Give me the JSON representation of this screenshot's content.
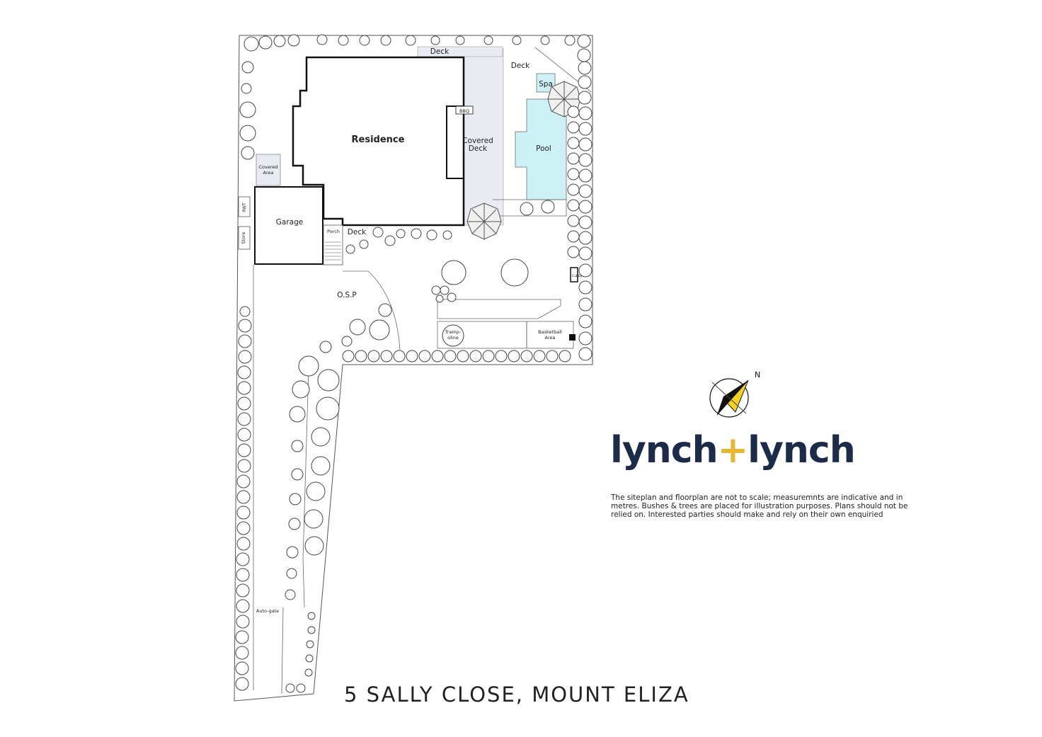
{
  "labels": {
    "deck_top": "Deck",
    "deck_pool": "Deck",
    "spa": "Spa",
    "bbq": "BBQ",
    "residence": "Residence",
    "covered_deck_1": "Covered",
    "covered_deck_2": "Deck",
    "pool": "Pool",
    "covered_area_1": "Covered",
    "covered_area_2": "Area",
    "garage": "Garage",
    "rwt": "RWT",
    "store": "Store",
    "porch": "Porch",
    "deck_front": "Deck",
    "osp": "O.S.P",
    "cubby": "Cubby",
    "trampoline_1": "Tramp-",
    "trampoline_2": "oline",
    "basketball_1": "Basketball",
    "basketball_2": "Area",
    "autogate": "Auto-gate"
  },
  "compass": {
    "north_label": "N"
  },
  "logo": {
    "left": "lynch",
    "plus": "+",
    "right": "lynch"
  },
  "disclaimer": "The siteplan and floorplan are not to scale; measuremnts are indicative and in metres. Bushes & trees are placed for illustration purposes. Plans should not be relied on. Interested parties should make and rely on their own enquiried",
  "address": "5 SALLY CLOSE, MOUNT ELIZA",
  "colors": {
    "pool": "#cdf2f6",
    "deck": "#e8ecf2",
    "logo_dark": "#1d2b4a",
    "logo_plus": "#e8b730",
    "compass_yellow": "#f2d21b"
  }
}
